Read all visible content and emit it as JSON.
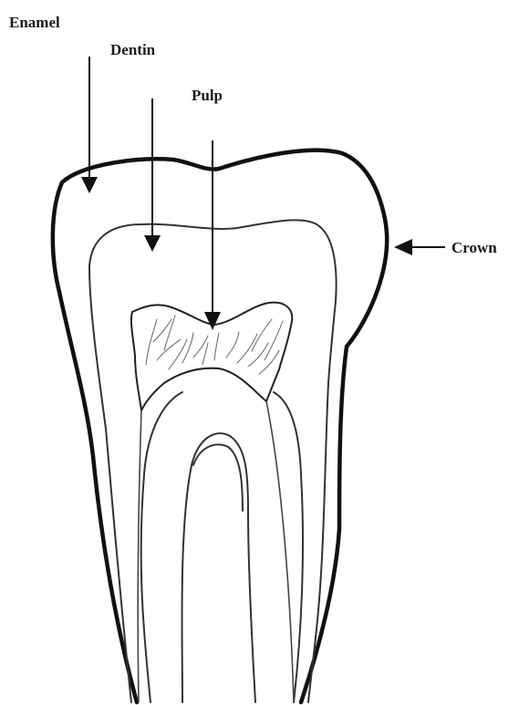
{
  "labels": {
    "enamel": "Enamel",
    "dentin": "Dentin",
    "pulp": "Pulp",
    "crown": "Crown"
  }
}
